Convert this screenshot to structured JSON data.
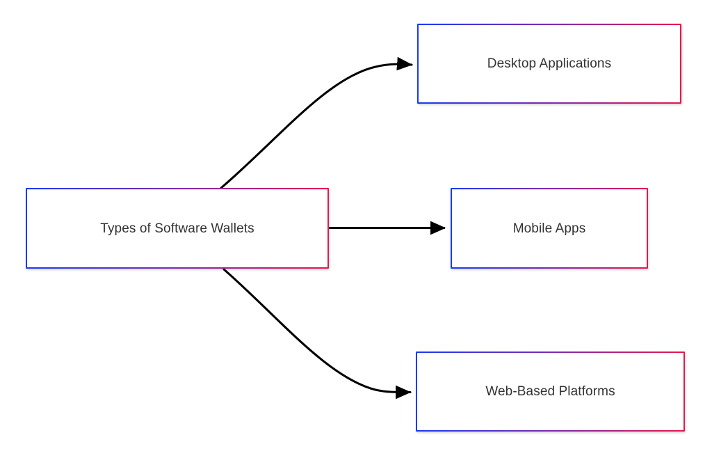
{
  "diagram": {
    "title": "Types of Software Wallets",
    "background_color": "#ffffff",
    "node_border_gradient": {
      "from": "#1a3bf0",
      "mid": "#7b2bb0",
      "to": "#e8174d"
    },
    "node_fill_color": "#ffffff",
    "label_color": "#333333",
    "edge_color": "#000000",
    "root": {
      "id": "root",
      "label": "Types of Software Wallets"
    },
    "children": [
      {
        "id": "desktop",
        "label": "Desktop Applications"
      },
      {
        "id": "mobile",
        "label": "Mobile Apps"
      },
      {
        "id": "web",
        "label": "Web-Based Platforms"
      }
    ],
    "edges": [
      {
        "id": "edge-root-desktop",
        "from": "Types of Software Wallets",
        "to": "Desktop Applications",
        "style": "curved",
        "arrowhead": "filled-triangle"
      },
      {
        "id": "edge-root-mobile",
        "from": "Types of Software Wallets",
        "to": "Mobile Apps",
        "style": "straight",
        "arrowhead": "filled-triangle"
      },
      {
        "id": "edge-root-web",
        "from": "Types of Software Wallets",
        "to": "Web-Based Platforms",
        "style": "curved",
        "arrowhead": "filled-triangle"
      }
    ]
  }
}
